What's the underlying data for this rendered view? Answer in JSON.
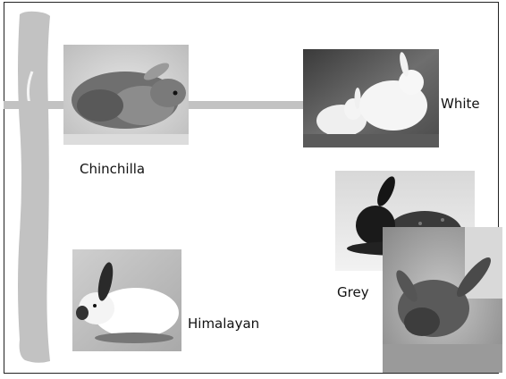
{
  "labels": {
    "chinchilla": "Chinchilla",
    "white": "White",
    "grey": "Grey",
    "himalayan": "Himalayan"
  },
  "photos": {
    "chinchilla": "photo of a chinchilla rabbit",
    "white": "photo of two white rabbits",
    "grey": "photo of a grey rabbit",
    "himalayan": "photo of a himalayan rabbit",
    "extra": "photo of a rabbit in straw"
  }
}
